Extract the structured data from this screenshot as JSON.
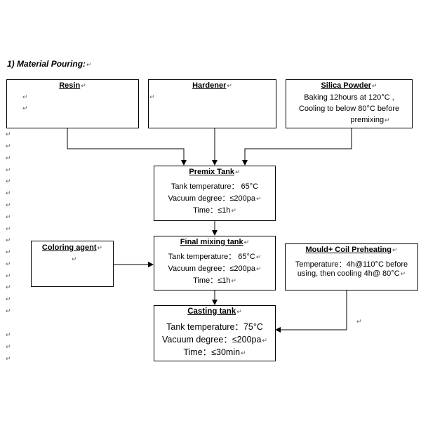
{
  "title": "1) Material Pouring:",
  "paragraph_mark": "↵",
  "boxes": {
    "resin": {
      "title": "Resin"
    },
    "hardener": {
      "title": "Hardener"
    },
    "silica": {
      "title": "Silica Powder",
      "lines": [
        "Baking 12hours at 120°C ,",
        "Cooling to below 80°C before",
        "premixing"
      ]
    },
    "premix": {
      "title": "Premix Tank",
      "lines": [
        "Tank temperature： 65°C",
        "Vacuum degree：≤200pa",
        "Time：≤1h"
      ]
    },
    "coloring": {
      "title": "Coloring agent"
    },
    "final": {
      "title": "Final mixing tank",
      "lines": [
        "Tank temperature： 65°C",
        "Vacuum degree：≤200pa",
        "Time：≤1h"
      ]
    },
    "mould": {
      "title": "Mould+ Coil Preheating",
      "lines": [
        "Temperature：4h@110°C before",
        "using, then cooling 4h@ 80°C"
      ]
    },
    "casting": {
      "title": "Casting tank",
      "lines": [
        "Tank temperature：75°C",
        "Vacuum degree：≤200pa",
        "Time：≤30min"
      ]
    }
  }
}
